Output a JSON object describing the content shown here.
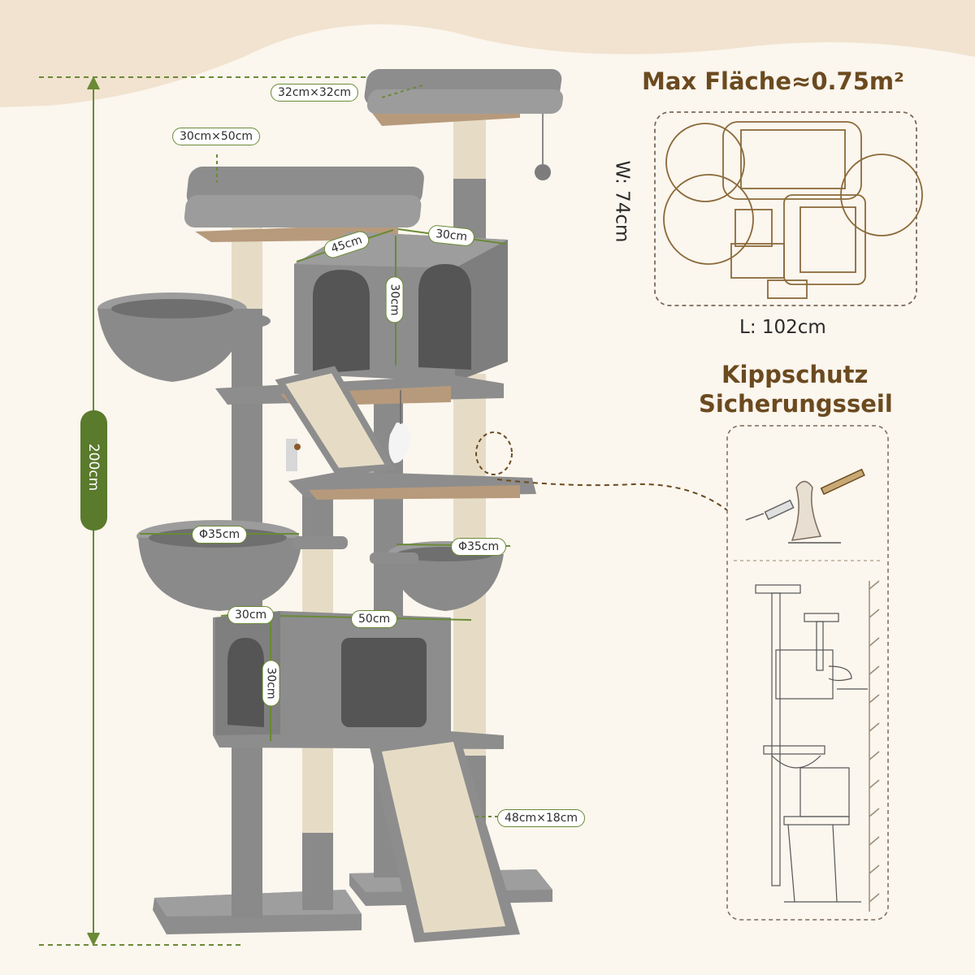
{
  "headings": {
    "max_area": "Max Fläche≈0.75m²",
    "anti_tip_line1": "Kippschutz",
    "anti_tip_line2": "Sicherungsseil"
  },
  "footprint": {
    "width_label": "W: 74cm",
    "length_label": "L: 102cm"
  },
  "dimensions": {
    "height_total": "200cm",
    "top_platform": "32cm×32cm",
    "upper_platform": "30cm×50cm",
    "condo_depth": "45cm",
    "condo_width": "30cm",
    "condo_height": "30cm",
    "basket_left": "Φ35cm",
    "basket_right": "Φ35cm",
    "lower_condo_depth": "30cm",
    "lower_condo_width": "50cm",
    "lower_condo_height": "30cm",
    "ramp": "48cm×18cm"
  },
  "colors": {
    "background": "#fbf6ee",
    "plush": "#8d8d8d",
    "plush_dark": "#6f6f6f",
    "sisal": "#e6dcc6",
    "accent_green": "#5a7a2c",
    "heading_brown": "#6b4a1f",
    "board": "#b79a7c"
  }
}
